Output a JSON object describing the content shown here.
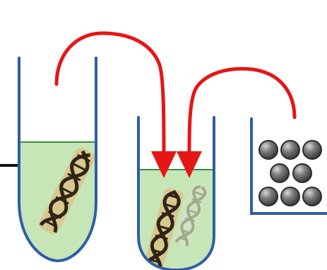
{
  "diagram": {
    "colors": {
      "background": "#ffffff",
      "tube_outline": "#2f5da8",
      "liquid_fill": "#c6e6b7",
      "liquid_surface": "#3f8a3f",
      "arrow": "#e51616",
      "dna_dark": "#2f2416",
      "dna_light": "#9bae86",
      "dna_beige": "#d8c78f",
      "bead_dark": "#3b3b3b",
      "bead_mid": "#7c7c7c",
      "bead_light": "#d9d9d9"
    },
    "containers": [
      {
        "name": "left-tube",
        "liquid": true,
        "contents": "dna"
      },
      {
        "name": "middle-tube",
        "liquid": true,
        "contents": "dna"
      },
      {
        "name": "right-container",
        "liquid": false,
        "contents": "beads"
      }
    ],
    "arrows": [
      {
        "from": "left-tube",
        "to": "middle-tube"
      },
      {
        "from": "right-container",
        "to": "middle-tube"
      }
    ],
    "bead_rows": [
      3,
      2,
      3
    ]
  }
}
